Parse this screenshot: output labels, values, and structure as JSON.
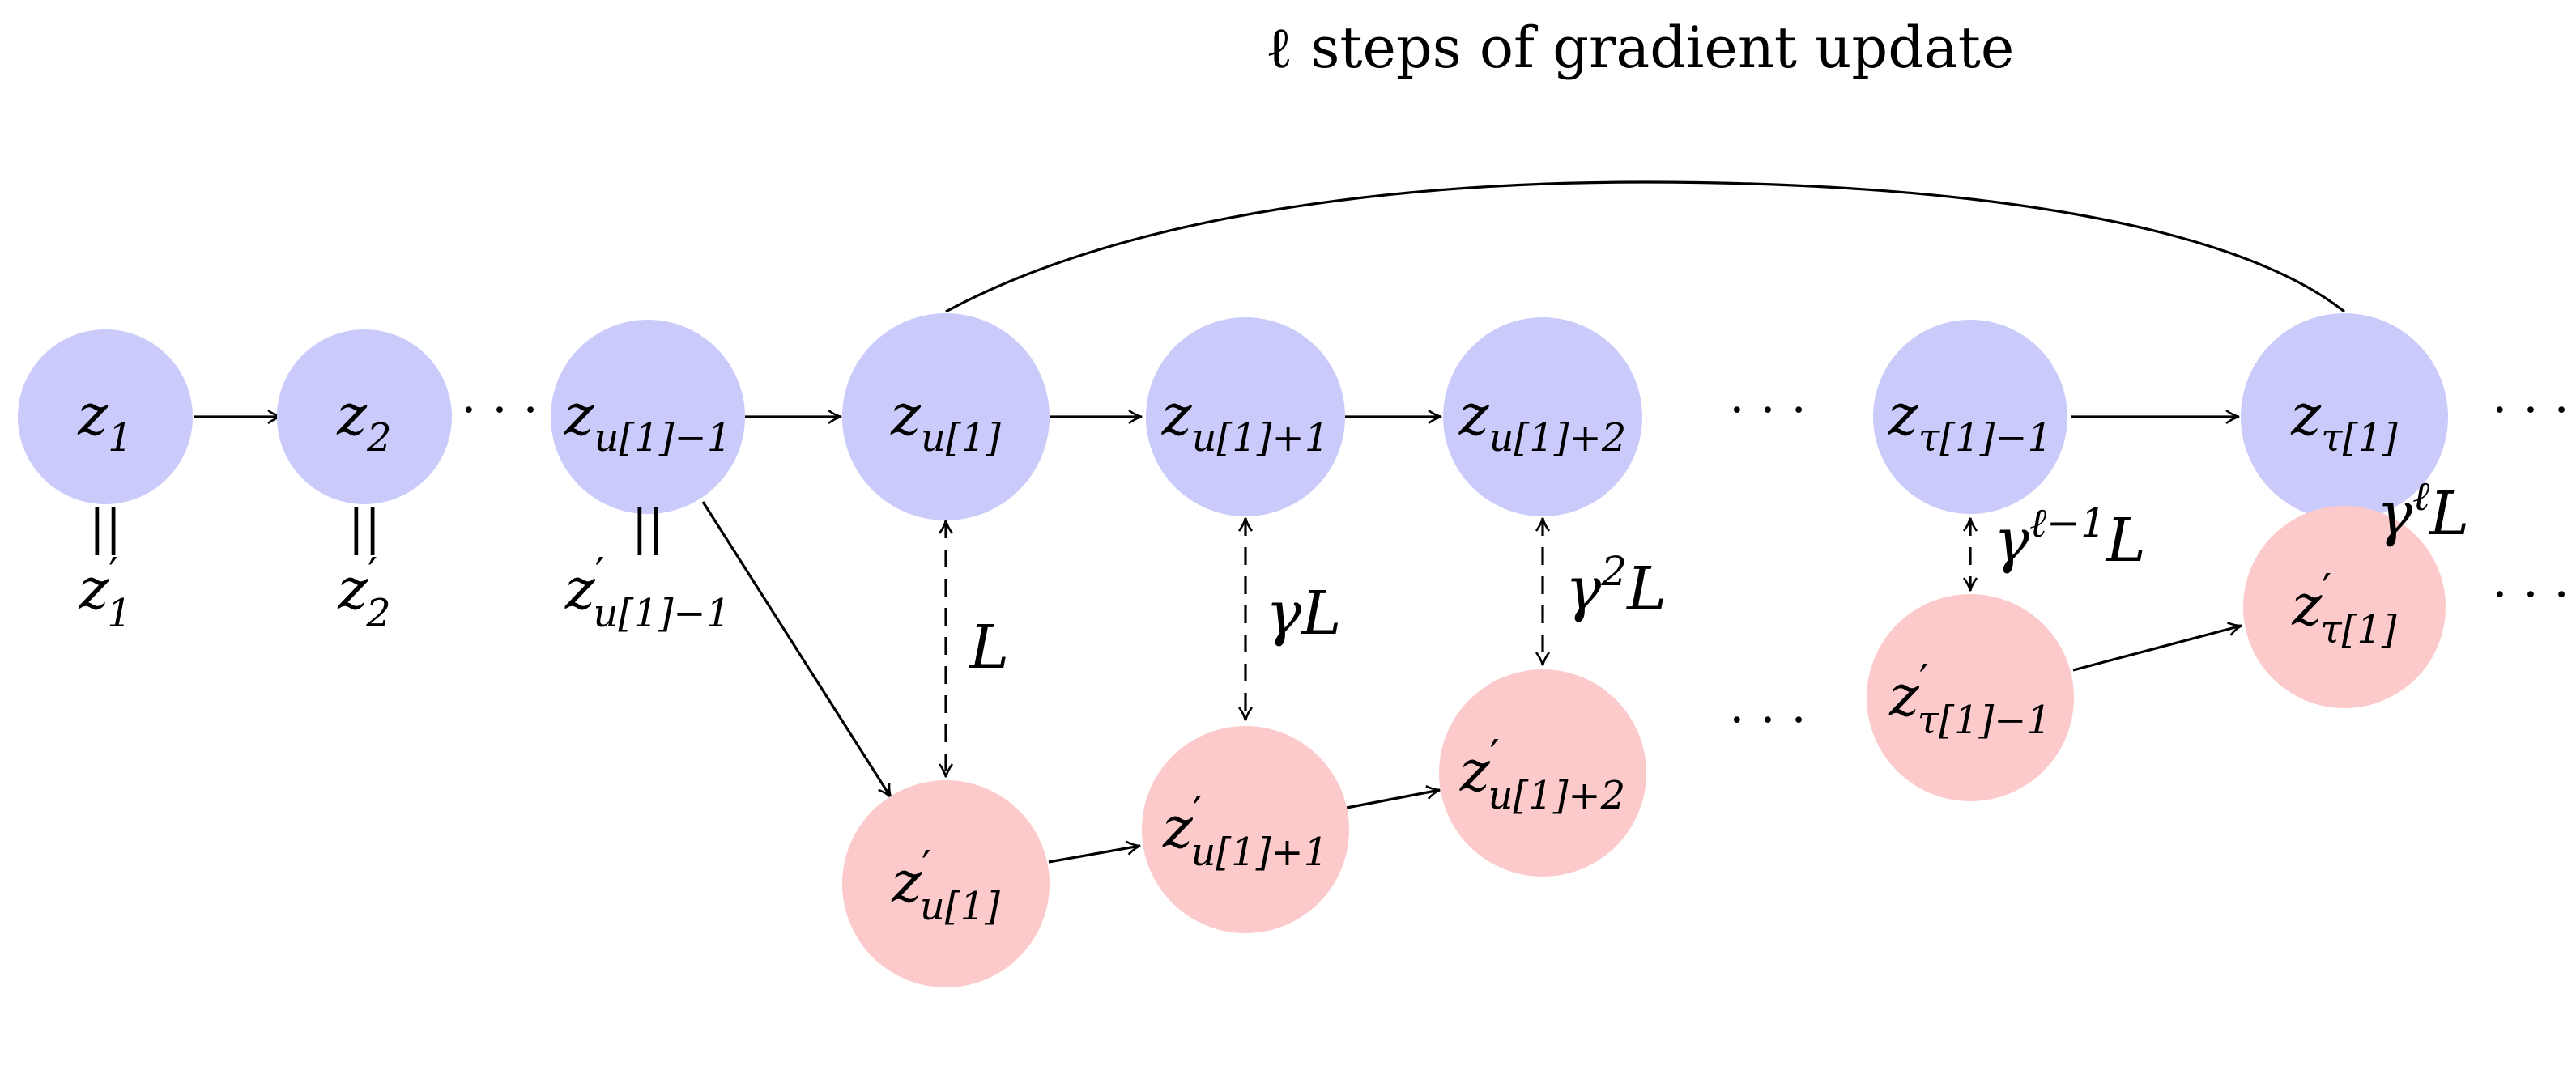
{
  "title": "ℓ steps of gradient update",
  "colors": {
    "top_node": "#cbcbfb",
    "bottom_node": "#fccaca",
    "edge": "#000000"
  },
  "top_nodes": [
    {
      "base": "z",
      "sub": "1"
    },
    {
      "base": "z",
      "sub": "2"
    },
    {
      "base": "z",
      "sub": "u[1]−1"
    },
    {
      "base": "z",
      "sub": "u[1]"
    },
    {
      "base": "z",
      "sub": "u[1]+1"
    },
    {
      "base": "z",
      "sub": "u[1]+2"
    },
    {
      "base": "z",
      "sub": "τ[1]−1"
    },
    {
      "base": "z",
      "sub": "τ[1]"
    }
  ],
  "bottom_nodes": [
    {
      "base": "z",
      "prime": "′",
      "sub": "u[1]"
    },
    {
      "base": "z",
      "prime": "′",
      "sub": "u[1]+1"
    },
    {
      "base": "z",
      "prime": "′",
      "sub": "u[1]+2"
    },
    {
      "base": "z",
      "prime": "′",
      "sub": "τ[1]−1"
    },
    {
      "base": "z",
      "prime": "′",
      "sub": "τ[1]"
    }
  ],
  "equalities": [
    {
      "sign": "||",
      "base": "z",
      "prime": "′",
      "sub": "1"
    },
    {
      "sign": "||",
      "base": "z",
      "prime": "′",
      "sub": "2"
    },
    {
      "sign": "||",
      "base": "z",
      "prime": "′",
      "sub": "u[1]−1"
    }
  ],
  "distance_labels": [
    {
      "base": "L",
      "coef": "",
      "sup": ""
    },
    {
      "base": "L",
      "coef": "γ",
      "sup": ""
    },
    {
      "base": "L",
      "coef": "γ",
      "sup": "2"
    },
    {
      "base": "L",
      "coef": "γ",
      "sup": "ℓ−1"
    },
    {
      "base": "L",
      "coef": "γ",
      "sup": "ℓ"
    }
  ],
  "ellipsis": "· · ·"
}
